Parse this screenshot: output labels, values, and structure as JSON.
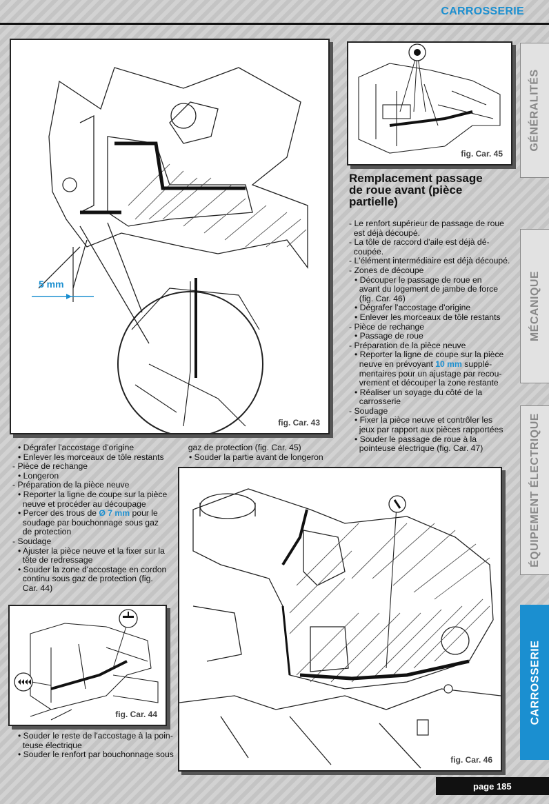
{
  "header": {
    "title": "CARROSSERIE"
  },
  "tabs": [
    {
      "label": "GÉNÉRALITÉS"
    },
    {
      "label": "MÉCANIQUE"
    },
    {
      "label": "ÉQUIPEMENT ÉLECTRIQUE"
    },
    {
      "label": "CARROSSERIE"
    }
  ],
  "figures": {
    "fig43": {
      "caption": "fig. Car. 43",
      "dimension_label": "5 mm"
    },
    "fig44": {
      "caption": "fig. Car. 44"
    },
    "fig45": {
      "caption": "fig. Car. 45"
    },
    "fig46": {
      "caption": "fig. Car. 46"
    }
  },
  "section": {
    "heading_lines": [
      "Remplacement passage",
      "de roue avant (pièce",
      "partielle)"
    ]
  },
  "right_text": {
    "l1": "- Le renfort supérieur de passage de roue",
    "l2": "  est déjà découpé.",
    "l3": "- La tôle de raccord d'aile est déjà dé-",
    "l4": "  coupée.",
    "l5": "- L'élément intermédiaire est déjà découpé.",
    "l6": "- Zones de découpe",
    "l7": "• Découper le passage de roue en",
    "l8": "  avant du logement de jambe de force",
    "l9": "  (fig. Car. 46)",
    "l10": "• Dégrafer l'accostage d'origine",
    "l11": "• Enlever les morceaux de tôle restants",
    "l12": "- Pièce de rechange",
    "l13": "• Passage de roue",
    "l14": "- Préparation de la pièce neuve",
    "l15": "• Reporter la ligne de coupe sur la pièce",
    "l16a": "  neuve en prévoyant ",
    "l16b": "10 mm",
    "l16c": " supplé-",
    "l17": "  mentaires pour un ajustage par recou-",
    "l18": "  vrement et découper la zone restante",
    "l19": "• Réaliser un soyage du côté de la",
    "l20": "  carrosserie",
    "l21": "- Soudage",
    "l22": "• Fixer la pièce neuve et contrôler les",
    "l23": "  jeux par rapport aux pièces rapportées",
    "l24": "• Souder le passage de roue à la",
    "l25": "  pointeuse électrique (fig. Car. 47)"
  },
  "left_text": {
    "l1": "• Dégrafer l'accostage d'origine",
    "l2": "• Enlever les morceaux de tôle restants",
    "l3": "- Pièce de rechange",
    "l4": "• Longeron",
    "l5": "- Préparation de la pièce neuve",
    "l6": "• Reporter la ligne de coupe sur la pièce",
    "l7": "  neuve et procéder au découpage",
    "l8a": "• Percer des trous de ",
    "l8b": "Ø 7 mm",
    "l8c": " pour le",
    "l9": "  soudage par bouchonnage sous gaz",
    "l10": "  de protection",
    "l11": "- Soudage",
    "l12": "• Ajuster la pièce neuve et la fixer sur la",
    "l13": "  tête de redressage",
    "l14": "• Souder la zone d'accostage en cordon",
    "l15": "  continu sous gaz de protection (fig.",
    "l16": "  Car. 44)"
  },
  "mid_text": {
    "l1": "  gaz de protection (fig. Car. 45)",
    "l2": "• Souder la partie avant de longeron"
  },
  "bottom_text": {
    "l1": "• Souder le reste de l'accostage à la poin-",
    "l2": "  teuse électrique",
    "l3": "• Souder le renfort par bouchonnage sous"
  },
  "footer": {
    "page": "page 185"
  }
}
